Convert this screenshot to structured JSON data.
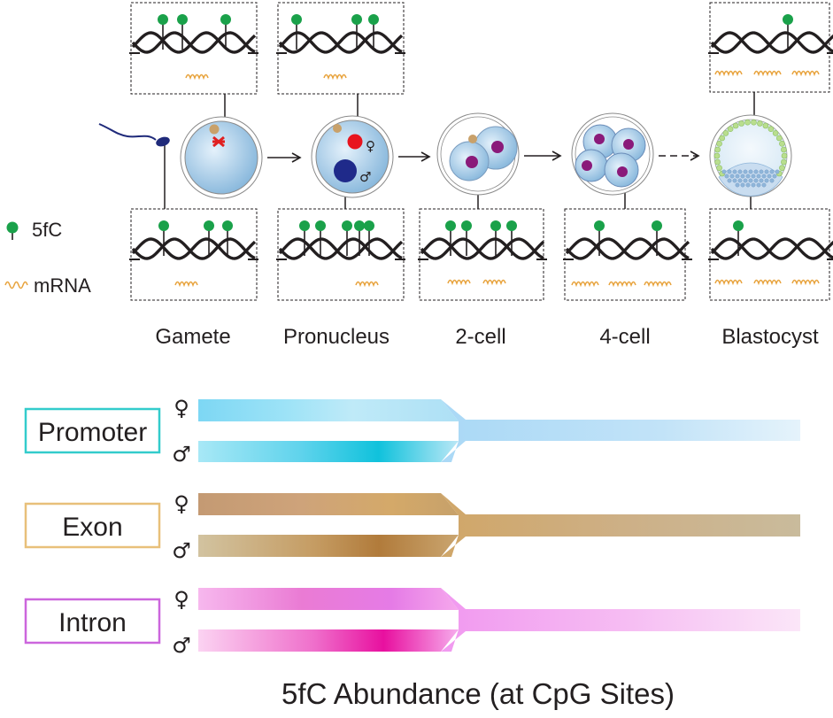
{
  "legend": {
    "mark_label": "5fC",
    "mrna_label": "mRNA"
  },
  "stages": [
    {
      "label": "Gamete"
    },
    {
      "label": "Pronucleus"
    },
    {
      "label": "2-cell"
    },
    {
      "label": "4-cell"
    },
    {
      "label": "Blastocyst"
    }
  ],
  "regions": [
    {
      "label": "Promoter",
      "female_symbol": "♀",
      "male_symbol": "♂",
      "color": "#33cccc"
    },
    {
      "label": "Exon",
      "female_symbol": "♀",
      "male_symbol": "♂",
      "color": "#e8c07a"
    },
    {
      "label": "Intron",
      "female_symbol": "♀",
      "male_symbol": "♂",
      "color": "#cc66dd"
    }
  ],
  "pronucleus_symbols": {
    "female": "♀",
    "male": "♂"
  },
  "footer": "5fC Abundance (at CpG Sites)",
  "colors": {
    "mark": "#1aa14a",
    "mrna": "#e8a33d",
    "dna": "#231f20"
  }
}
